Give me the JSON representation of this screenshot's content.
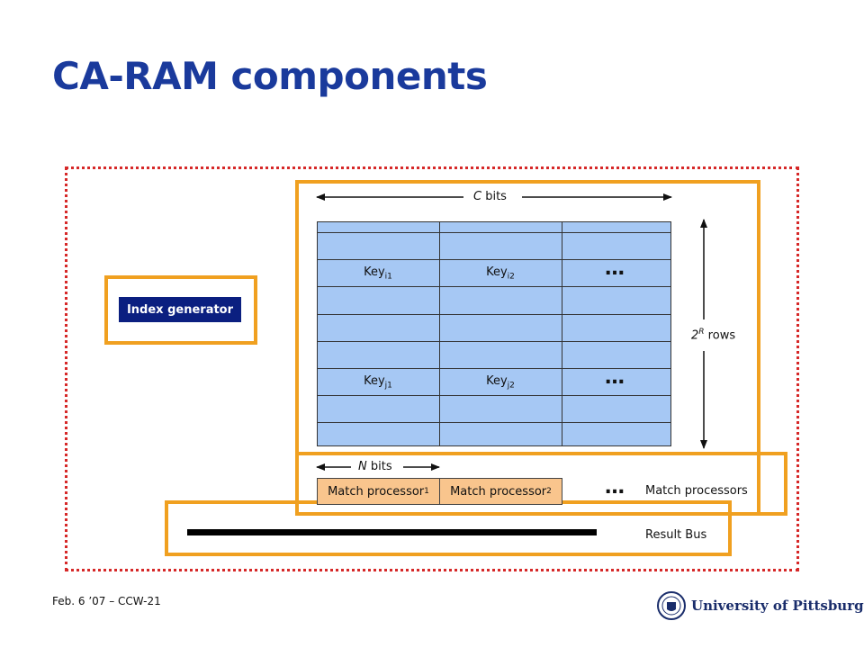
{
  "title": "CA-RAM components",
  "index_generator": "Index generator",
  "c_bits_italic": "C",
  "c_bits_rest": " bits",
  "n_bits_italic": "N",
  "n_bits_rest": " bits",
  "rows_base": "2",
  "rows_exp": "R",
  "rows_rest": " rows",
  "keys": {
    "i1_base": "Key",
    "i1_sub": "i1",
    "i2_base": "Key",
    "i2_sub": "i2",
    "j1_base": "Key",
    "j1_sub": "j1",
    "j2_base": "Key",
    "j2_sub": "j2"
  },
  "ellipsis": "…",
  "match_processor_1_base": "Match processor",
  "match_processor_1_sub": "1",
  "match_processor_2_base": "Match processor",
  "match_processor_2_sub": "2",
  "match_processors_label": "Match processors",
  "result_bus_label": "Result Bus",
  "footer": "Feb. 6 ’07 – CCW-21",
  "logo_text": "University of Pittsburgh",
  "colors": {
    "title": "#1a3a9c",
    "frame_dotted": "#d62828",
    "box_orange": "#f0a020",
    "grid_fill": "#a6c8f4",
    "match_processor_fill": "#f9c58d",
    "index_generator_fill": "#0b1f80"
  }
}
